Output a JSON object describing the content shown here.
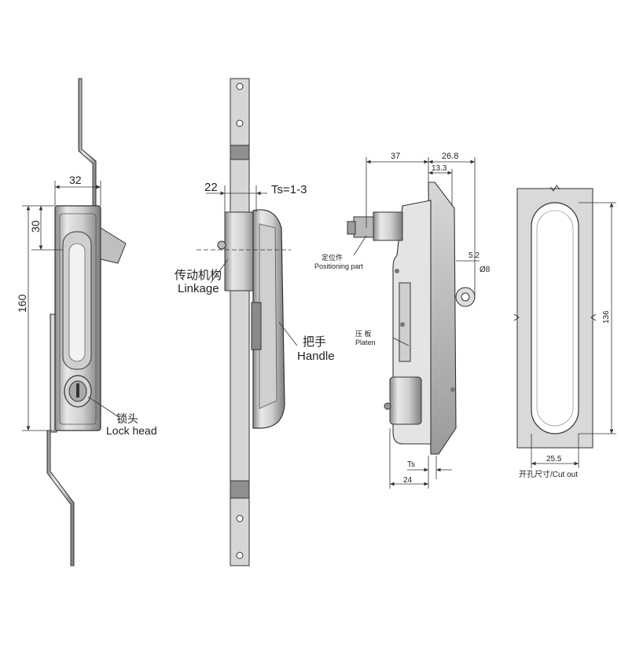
{
  "colors": {
    "line": "#333333",
    "metal_light": "#e6e6e6",
    "metal_mid": "#bdbdbd",
    "metal_dark": "#7a7a7a",
    "cutout_fill": "#d9d9d9"
  },
  "view1": {
    "dim_width": "32",
    "dim_top": "30",
    "dim_height": "160",
    "label_cn": "锁头",
    "label_en": "Lock head"
  },
  "view2": {
    "dim_offset": "22",
    "dim_ts": "Ts=1-3",
    "linkage_cn": "传动机构",
    "linkage_en": "Linkage",
    "handle_cn": "把手",
    "handle_en": "Handle"
  },
  "view3": {
    "dim_37": "37",
    "dim_26_8": "26.8",
    "dim_13_3": "13.3",
    "dim_5_2": "5.2",
    "dim_dia8": "Ø8",
    "positioning_cn": "定位件",
    "positioning_en": "Positioning part",
    "platen_cn": "压 板",
    "platen_en": "Platen",
    "dim_ts": "Ts",
    "dim_24": "24"
  },
  "view4": {
    "dim_136": "136",
    "dim_25_5": "25.5",
    "caption": "开孔尺寸/Cut out"
  }
}
